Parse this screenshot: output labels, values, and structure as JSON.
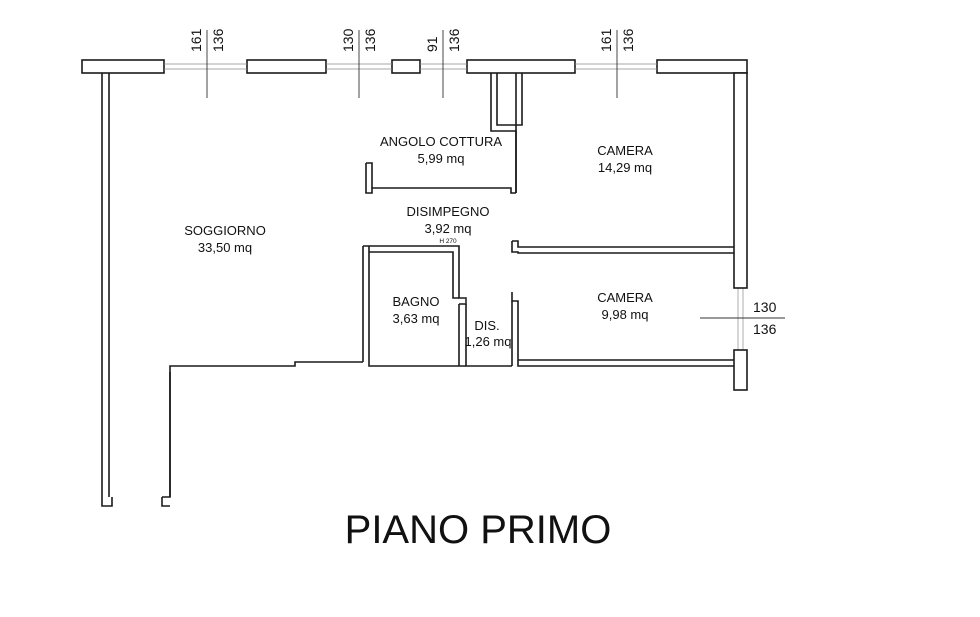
{
  "title": "PIANO PRIMO",
  "rooms": {
    "angolo_cottura": {
      "name": "ANGOLO COTTURA",
      "area": "5,99 mq"
    },
    "camera1": {
      "name": "CAMERA",
      "area": "14,29 mq"
    },
    "disimpegno": {
      "name": "DISIMPEGNO",
      "area": "3,92 mq",
      "height": "H 270"
    },
    "soggiorno": {
      "name": "SOGGIORNO",
      "area": "33,50 mq"
    },
    "bagno": {
      "name": "BAGNO",
      "area": "3,63 mq"
    },
    "dis": {
      "name": "DIS.",
      "area": "1,26 mq"
    },
    "camera2": {
      "name": "CAMERA",
      "area": "9,98 mq"
    }
  },
  "windows": [
    {
      "width": "161",
      "height": "136"
    },
    {
      "width": "130",
      "height": "136"
    },
    {
      "width": "91",
      "height": "136"
    },
    {
      "width": "161",
      "height": "136"
    },
    {
      "width": "130",
      "height": "136"
    }
  ]
}
